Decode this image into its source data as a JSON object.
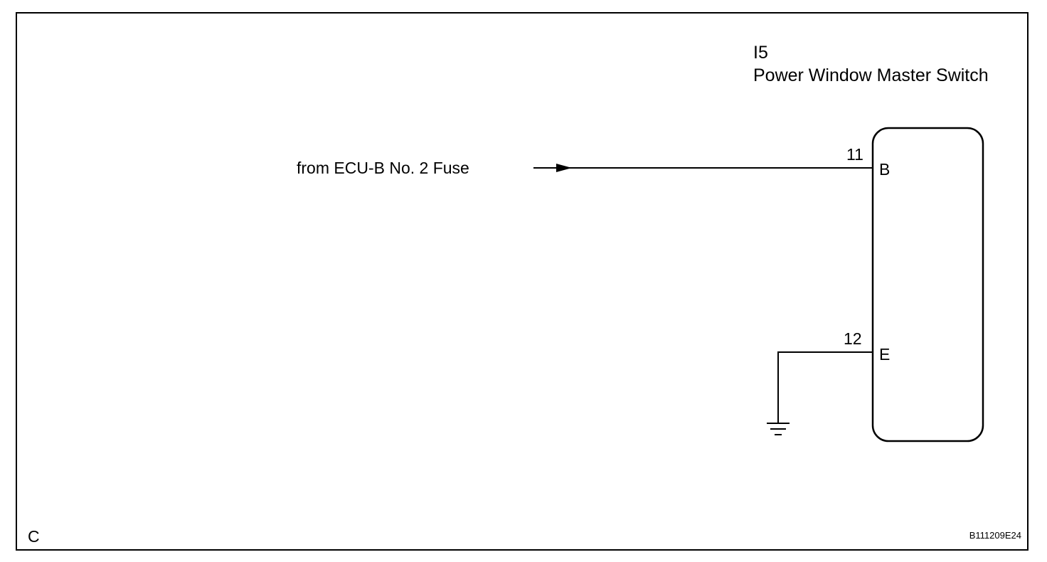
{
  "component": {
    "code": "I5",
    "name": "Power Window Master Switch"
  },
  "source": {
    "label": "from ECU-B No. 2 Fuse"
  },
  "pins": [
    {
      "number": "11",
      "terminal": "B"
    },
    {
      "number": "12",
      "terminal": "E"
    }
  ],
  "corner_letter": "C",
  "figure_id": "B111209E24",
  "colors": {
    "line": "#000000",
    "background": "#ffffff"
  }
}
